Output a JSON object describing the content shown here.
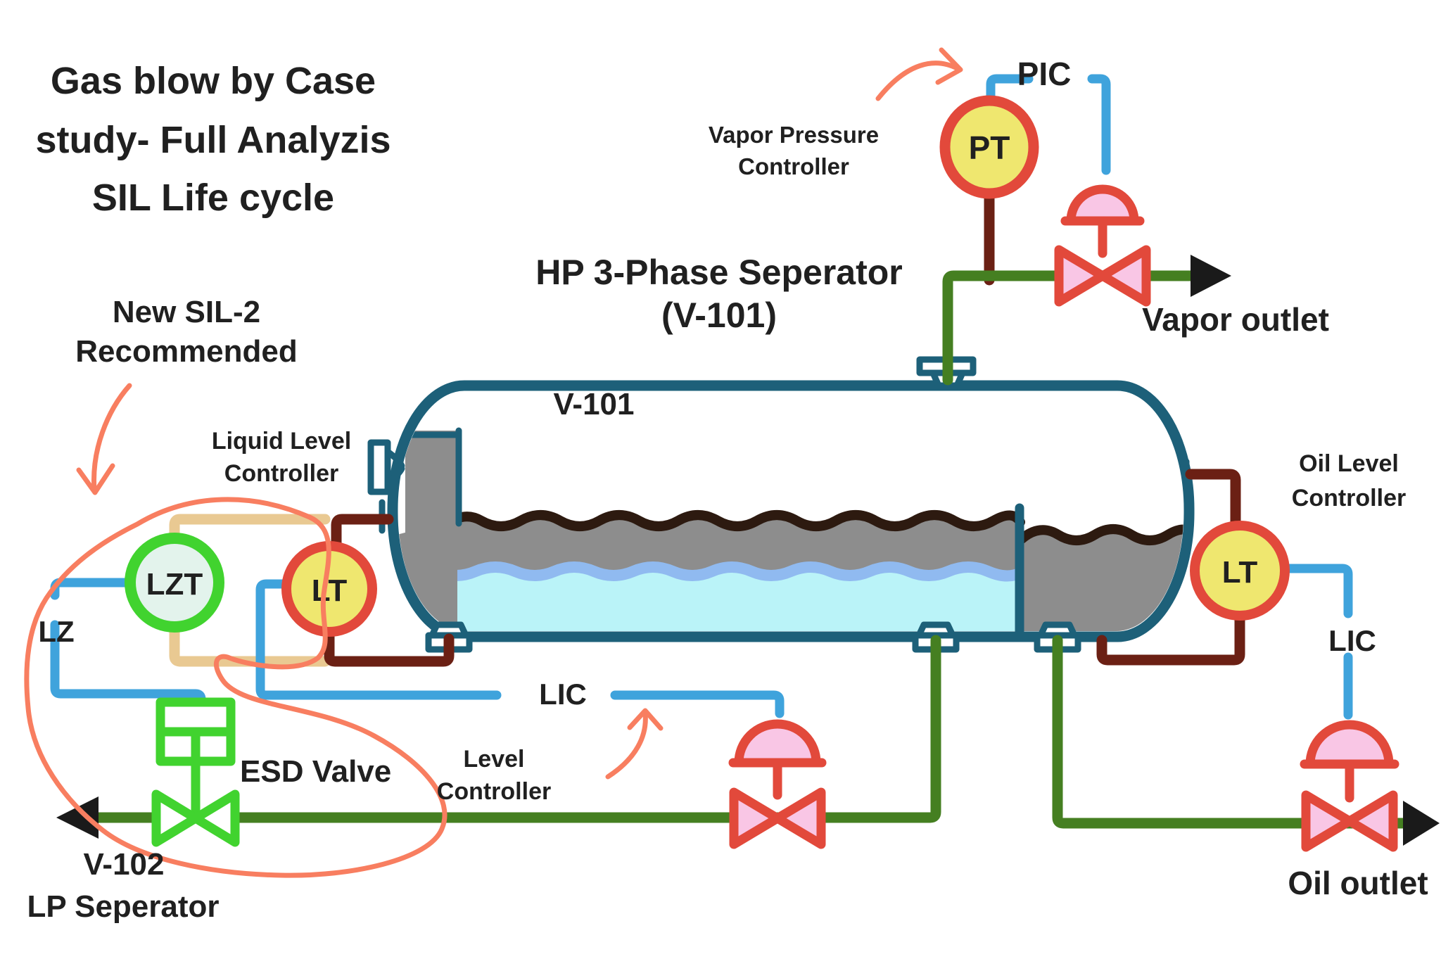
{
  "title": {
    "line1": "Gas blow by Case",
    "line2": "study- Full Analyzis",
    "line3": "SIL Life cycle"
  },
  "separator": {
    "heading_line1": "HP 3-Phase Seperator",
    "heading_line2": "(V-101)",
    "tag": "V-101"
  },
  "annotations": {
    "new_sil2_line1": "New SIL-2",
    "new_sil2_line2": "Recommended",
    "vapor_pressure_controller_line1": "Vapor Pressure",
    "vapor_pressure_controller_line2": "Controller",
    "liquid_level_controller_line1": "Liquid Level",
    "liquid_level_controller_line2": "Controller",
    "level_controller_line1": "Level",
    "level_controller_line2": "Controller",
    "oil_level_controller_line1": "Oil Level",
    "oil_level_controller_line2": "Controller",
    "esd_valve": "ESD Valve",
    "v102_line1": "V-102",
    "v102_line2": "LP Seperator"
  },
  "outlets": {
    "vapor": "Vapor outlet",
    "oil": "Oil outlet"
  },
  "signal_labels": {
    "pic": "PIC",
    "lz": "LZ",
    "lic_level": "LIC",
    "lic_oil": "LIC"
  },
  "instrument_tags": {
    "pressure_transmitter": "PT",
    "level_safety_transmitter": "LZT",
    "level_transmitter_left": "LT",
    "level_transmitter_right": "LT"
  },
  "colors": {
    "vessel_teal": "#1d6079",
    "process_green": "#457f21",
    "signal_blue": "#3fa3dc",
    "impulse_maroon": "#6b2014",
    "bridle_tan": "#e9c992",
    "esd_green": "#41d32f",
    "instrument_red": "#e2493b",
    "instrument_yellow": "#efe76f",
    "lzt_mint": "#e3f3ec",
    "valve_pink": "#f9c6e5",
    "oil_gray": "#8d8d8d",
    "oil_surface_dark": "#2d1a10",
    "water_cyan": "#baf3f8",
    "water_surface_blue": "#90baf0",
    "annotation_coral": "#f87e60",
    "arrow_black": "#1a1a1a",
    "text_black": "#202020",
    "background": "#ffffff"
  }
}
